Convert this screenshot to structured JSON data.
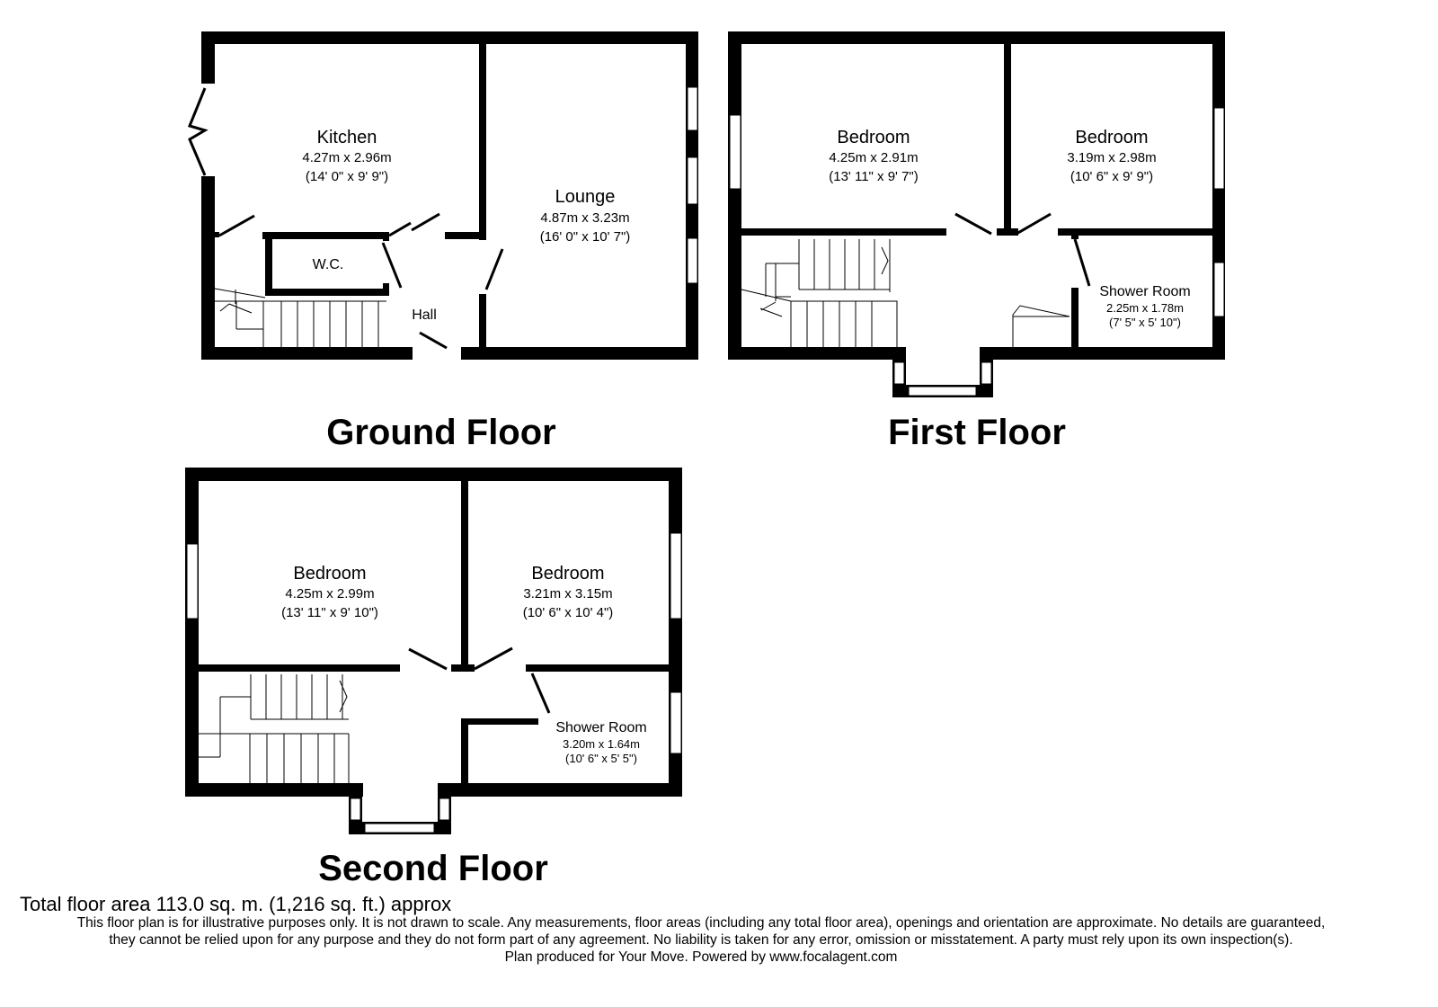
{
  "floors": {
    "ground": {
      "title": "Ground Floor",
      "rooms": [
        {
          "name": "Kitchen",
          "metric": "4.27m x 2.96m",
          "imperial": "(14' 0\" x 9' 9\")"
        },
        {
          "name": "Lounge",
          "metric": "4.87m x 3.23m",
          "imperial": "(16' 0\" x 10' 7\")"
        },
        {
          "name": "W.C."
        },
        {
          "name": "Hall"
        }
      ]
    },
    "first": {
      "title": "First Floor",
      "rooms": [
        {
          "name": "Bedroom",
          "metric": "4.25m x 2.91m",
          "imperial": "(13' 11\" x 9' 7\")"
        },
        {
          "name": "Bedroom",
          "metric": "3.19m x 2.98m",
          "imperial": "(10' 6\" x 9' 9\")"
        },
        {
          "name": "Shower Room",
          "metric": "2.25m x 1.78m",
          "imperial": "(7' 5\" x 5' 10\")"
        }
      ]
    },
    "second": {
      "title": "Second Floor",
      "rooms": [
        {
          "name": "Bedroom",
          "metric": "4.25m x 2.99m",
          "imperial": "(13' 11\" x 9' 10\")"
        },
        {
          "name": "Bedroom",
          "metric": "3.21m x 3.15m",
          "imperial": "(10' 6\" x 10' 4\")"
        },
        {
          "name": "Shower Room",
          "metric": "3.20m x 1.64m",
          "imperial": "(10' 6\" x 5' 5\")"
        }
      ]
    }
  },
  "footer": {
    "total_area": "Total floor area 113.0 sq. m. (1,216 sq. ft.) approx",
    "disclaimer_line1": "This floor plan is for illustrative purposes only. It is not drawn to scale. Any measurements, floor areas (including any total floor area), openings and orientation are approximate. No details are guaranteed,",
    "disclaimer_line2": "they cannot be relied upon for any purpose and they do not form part of any agreement. No liability is taken for any error, omission or misstatement. A party must rely upon its own inspection(s).",
    "credit": "Plan produced for Your Move. Powered by www.focalagent.com"
  }
}
